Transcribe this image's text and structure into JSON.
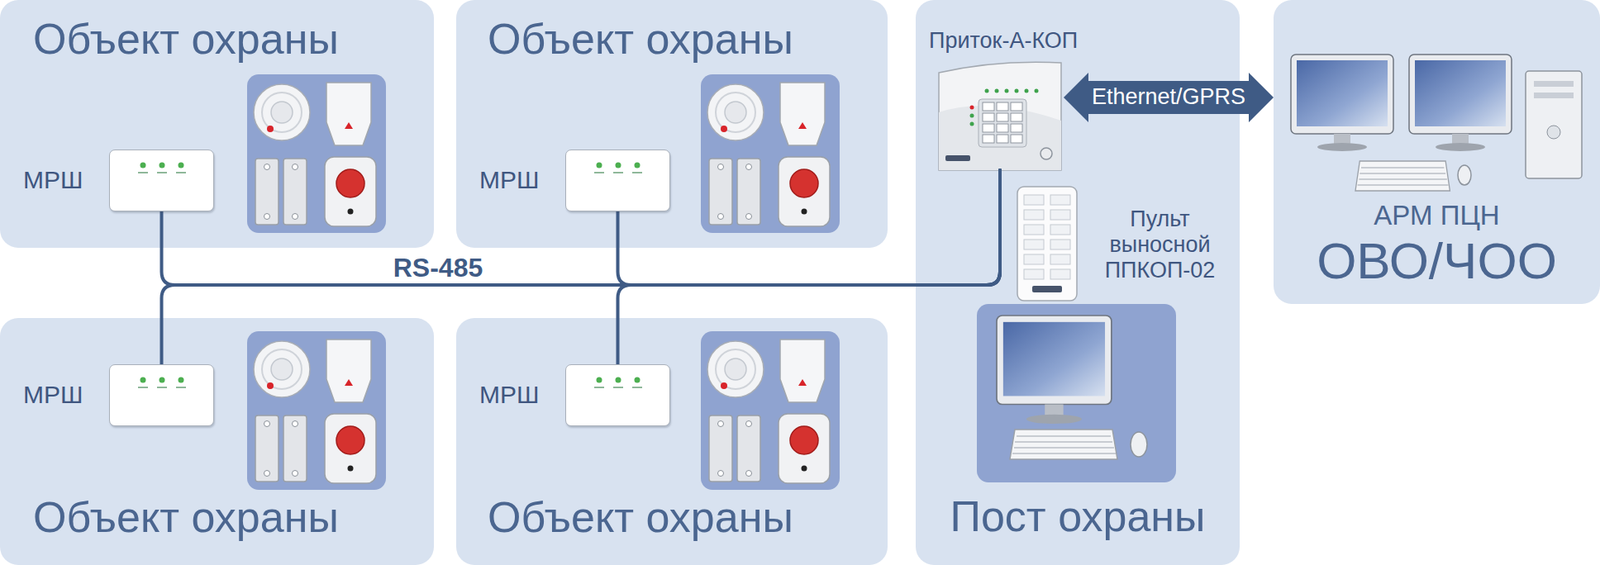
{
  "diagram": {
    "nodes": [
      {
        "text": [
          "Объект охраны"
        ]
      },
      {
        "text": [
          "МРШ"
        ],
        "in": 0
      },
      {
        "text": [
          "Объект охраны"
        ]
      },
      {
        "text": [
          "МРШ"
        ],
        "in": 2
      },
      {
        "text": [
          "Объект охраны"
        ]
      },
      {
        "text": [
          "МРШ"
        ],
        "in": 4
      },
      {
        "text": [
          "Объект охраны"
        ]
      },
      {
        "text": [
          "МРШ"
        ],
        "in": 6
      },
      {
        "text": [
          "Пост охраны"
        ]
      },
      {
        "text": [
          "Приток-А-КОП"
        ],
        "in": 8
      },
      {
        "text": [
          "Пульт выносной ППКОП-02"
        ],
        "in": 8
      },
      {
        "text": [
          "АРМ ПЦН",
          "ОВО/ЧОО"
        ]
      }
    ],
    "edges": [
      {
        "from": 1,
        "to": 9,
        "arrow": "none",
        "label": "RS-485"
      },
      {
        "from": 3,
        "to": 9,
        "arrow": "none"
      },
      {
        "from": 5,
        "to": 9,
        "arrow": "none"
      },
      {
        "from": 7,
        "to": 9,
        "arrow": "none"
      },
      {
        "from": 9,
        "to": 11,
        "arrow": "both",
        "label": "Ethernet/GPRS"
      }
    ]
  }
}
